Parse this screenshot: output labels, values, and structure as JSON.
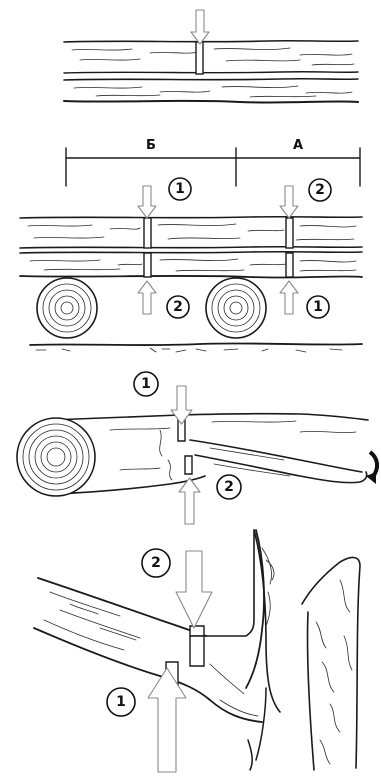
{
  "dimension_labels": {
    "section_b": "Б",
    "section_a": "А"
  },
  "panel2": {
    "top_left_cut": "1",
    "top_right_cut": "2",
    "bottom_left_cut": "2",
    "bottom_right_cut": "1"
  },
  "panel3": {
    "top_cut": "1",
    "bottom_cut": "2"
  },
  "panel4": {
    "top_cut": "2",
    "bottom_cut": "1"
  }
}
